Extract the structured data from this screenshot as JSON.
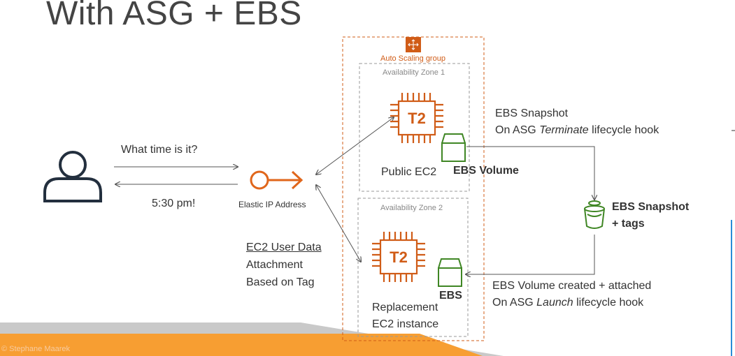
{
  "title": "With ASG + EBS",
  "asg": {
    "label": "Auto Scaling group"
  },
  "zones": [
    {
      "label": "Availability Zone 1"
    },
    {
      "label": "Availability Zone 2"
    }
  ],
  "instances": [
    {
      "chip_label": "T2",
      "name": "Public EC2",
      "volume_label": "EBS Volume"
    },
    {
      "chip_label": "T2",
      "name_line1": "Replacement",
      "name_line2": "EC2 instance",
      "volume_label": "EBS"
    }
  ],
  "user": {
    "request": "What time is it?",
    "response": "5:30 pm!"
  },
  "elastic_ip": {
    "label": "Elastic IP Address"
  },
  "user_data_note": {
    "line1": "EC2 User Data",
    "line2": "Attachment",
    "line3": "Based on Tag"
  },
  "snapshot_note": {
    "line1": "EBS Snapshot",
    "line2_prefix": "On ASG ",
    "line2_italic": "Terminate",
    "line2_suffix": " lifecycle hook"
  },
  "snapshot": {
    "line1": "EBS Snapshot",
    "line2": "+ tags"
  },
  "created_note": {
    "line1": "EBS Volume created + attached",
    "line2_prefix": "On ASG ",
    "line2_italic": "Launch",
    "line2_suffix": " lifecycle hook"
  },
  "footer": {
    "text": "© Stephane Maarek"
  },
  "colors": {
    "ec2": "#d05c17",
    "ebs": "#3f8624",
    "elastic_ip": "#e0661b",
    "footer_orange": "#f79e32",
    "footer_gray": "#c9c9c9"
  },
  "icons": [
    "user-icon",
    "elastic-ip-icon",
    "ec2-chip-icon",
    "ebs-volume-icon",
    "ebs-snapshot-bucket-icon",
    "asg-icon"
  ]
}
